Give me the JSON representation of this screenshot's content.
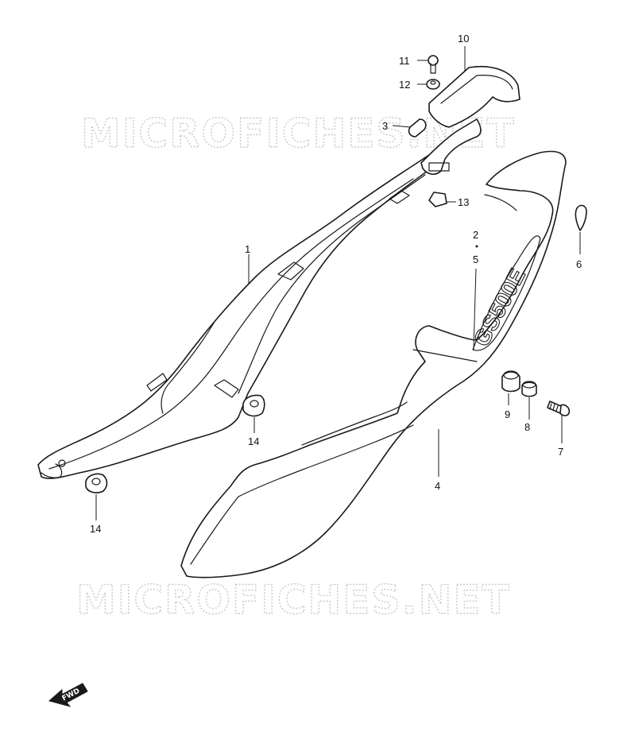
{
  "watermark": {
    "top": "MICROFICHES.NET",
    "bottom": "MICROFICHES.NET",
    "color": "#c9c9c9"
  },
  "fwd_label": "FWD",
  "callouts": [
    {
      "id": "1",
      "label": "1"
    },
    {
      "id": "2",
      "label": "2"
    },
    {
      "id": "3",
      "label": "3"
    },
    {
      "id": "4",
      "label": "4"
    },
    {
      "id": "5",
      "label": "5"
    },
    {
      "id": "6",
      "label": "6"
    },
    {
      "id": "7",
      "label": "7"
    },
    {
      "id": "8",
      "label": "8"
    },
    {
      "id": "9",
      "label": "9"
    },
    {
      "id": "10",
      "label": "10"
    },
    {
      "id": "11",
      "label": "11"
    },
    {
      "id": "12",
      "label": "12"
    },
    {
      "id": "13",
      "label": "13"
    },
    {
      "id": "14a",
      "label": "14"
    },
    {
      "id": "14b",
      "label": "14"
    }
  ],
  "emblem_text": "GS500E",
  "line_color": "#1a1a1a"
}
